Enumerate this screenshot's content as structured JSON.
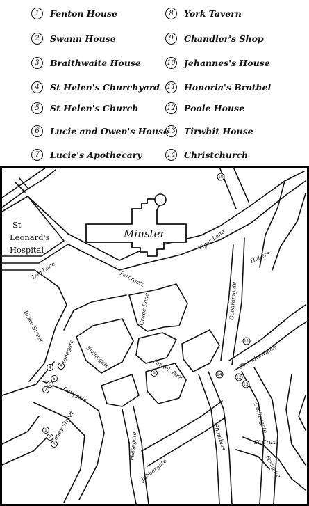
{
  "legend": {
    "items": [
      {
        "num": "1",
        "label": "Fenton House"
      },
      {
        "num": "2",
        "label": "Swann House"
      },
      {
        "num": "3",
        "label": "Braithwaite House"
      },
      {
        "num": "4",
        "label": "St Helen's Churchyard"
      },
      {
        "num": "5",
        "label": "St Helen's Church"
      },
      {
        "num": "6",
        "label": "Lucie and Owen's House"
      },
      {
        "num": "7",
        "label": "Lucie's Apothecary"
      },
      {
        "num": "8",
        "label": "York Tavern"
      },
      {
        "num": "9",
        "label": "Chandler's Shop"
      },
      {
        "num": "10",
        "label": "Jehannes's House"
      },
      {
        "num": "11",
        "label": "Honoria's Brothel"
      },
      {
        "num": "12",
        "label": "Poole House"
      },
      {
        "num": "13",
        "label": "Tirwhit House"
      },
      {
        "num": "14",
        "label": "Christchurch"
      }
    ]
  },
  "map": {
    "minster": "Minster",
    "hospital_1": "St",
    "hospital_2": "Leonard's",
    "hospital_3": "Hospital",
    "streets": {
      "lop_lane": "Lop Lane",
      "blake_street": "Blake Street",
      "petergate": "Petergate",
      "vigar_lane": "Vigar Lane",
      "grape_lane": "Grape Lane",
      "goodramgate": "Goodramgate",
      "haymongers": "Hallers",
      "stonegate": "Stonegate",
      "swinegate": "Swinegate",
      "patrick_pool": "Patrick Pool",
      "st_andrewgate": "St Andrewgate",
      "davygate": "Davygate",
      "colliergate": "Colliergate",
      "coney_street": "Coney Street",
      "jubbergate": "Jubbergate",
      "feasegate": "Feasegate",
      "shambles": "Shambles",
      "st_cross": "St Crux",
      "fossgate": "Fossgate"
    },
    "markers": {
      "m1": "1",
      "m2": "2",
      "m3": "3",
      "m4": "4",
      "m5": "5",
      "m6": "6",
      "m7": "7",
      "m8": "8",
      "m9": "9",
      "m10": "10",
      "m11": "11",
      "m12": "12",
      "m13": "13",
      "m14": "14"
    }
  }
}
